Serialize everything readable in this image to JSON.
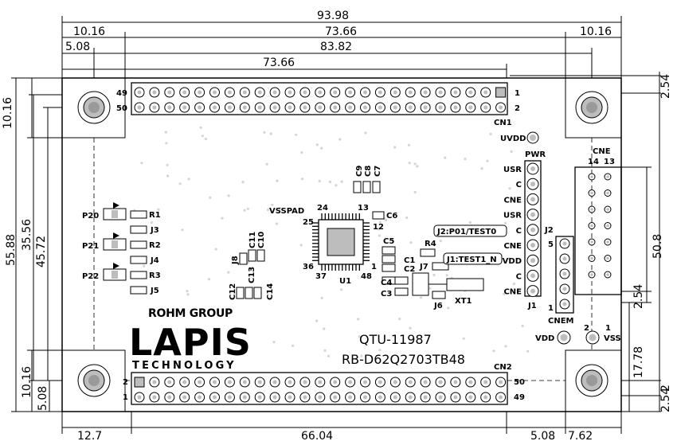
{
  "dimensions": {
    "top": [
      "93.98",
      "10.16",
      "73.66",
      "10.16",
      "5.08",
      "83.82",
      "73.66"
    ],
    "left": [
      "10.16",
      "55.88",
      "35.56",
      "45.72",
      "10.16",
      "5.08"
    ],
    "right": [
      "2.54",
      "50.8",
      "2.54",
      "17.78",
      "2",
      "2.54"
    ],
    "bottom": [
      "12.7",
      "66.04",
      "5.08",
      "7.62"
    ]
  },
  "connectors": {
    "cn1": {
      "name": "CN1",
      "pin_top_left": "49",
      "pin_bottom_left": "50",
      "pin_top_right": "1",
      "pin_bottom_right": "2"
    },
    "cn2": {
      "name": "CN2",
      "pin_top_left": "2",
      "pin_bottom_left": "1",
      "pin_top_right": "50",
      "pin_bottom_right": "49"
    },
    "cne": {
      "name": "CNE",
      "pin_left": "14",
      "pin_right": "13"
    },
    "cnem": {
      "name": "CNEM",
      "pin_top": "5",
      "pin_bottom": "1"
    }
  },
  "labels": {
    "uvdd": "UVDD",
    "pwr": "PWR",
    "pwr_rows": [
      "USR",
      "C",
      "CNE",
      "USR",
      "C",
      "CNE",
      "VDD",
      "C",
      "CNE"
    ],
    "j1": "J1",
    "j2": "J2",
    "j2_box": "J2:P01/TEST0",
    "j1_box": "J1:TEST1_N",
    "vsspad": "VSSPAD",
    "ic_pins": [
      "24",
      "13",
      "25",
      "12",
      "36",
      "1",
      "37",
      "48"
    ],
    "u1": "U1",
    "xt1": "XT1",
    "vdd": "VDD",
    "vss": "VSS",
    "pad_vdd": "1",
    "pad_vss": "2",
    "parts": {
      "p20": "P20",
      "p21": "P21",
      "p22": "P22",
      "r1": "R1",
      "r2": "R2",
      "r3": "R3",
      "r4": "R4",
      "j3": "J3",
      "j4": "J4",
      "j5": "J5",
      "j6": "J6",
      "j7": "J7",
      "j8": "J8",
      "c1": "C1",
      "c2": "C2",
      "c3": "C3",
      "c4": "C4",
      "c5": "C5",
      "c6": "C6",
      "c7": "C7",
      "c8": "C8",
      "c9": "C9",
      "c10": "C10",
      "c11": "C11",
      "c12": "C12",
      "c13": "C13",
      "c14": "C14"
    }
  },
  "branding": {
    "group": "ROHM GROUP",
    "logo": "LAPIS",
    "tagline": "TECHNOLOGY"
  },
  "board": {
    "model": "QTU-11987",
    "part": "RB-D62Q2703TB48"
  },
  "colors": {
    "board": "#ffffff",
    "line": "#000000",
    "pad_fill": "#bdbdbd",
    "silk_dot": "#d4d4d4"
  }
}
